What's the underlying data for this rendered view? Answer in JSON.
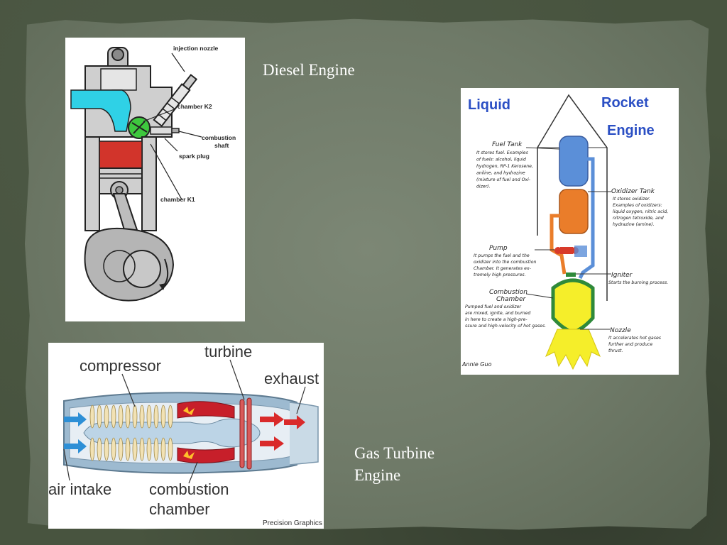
{
  "slide": {
    "diesel_caption": "Diesel Engine",
    "gas_turbine_caption_line1": "Gas Turbine",
    "gas_turbine_caption_line2": "Engine"
  },
  "diesel_diagram": {
    "labels": {
      "injection_nozzle": "injection nozzle",
      "chamber_k2": "chamber K2",
      "combustion_shaft_line1": "combustion",
      "combustion_shaft_line2": "shaft",
      "spark_plug": "spark plug",
      "chamber_k1": "chamber K1"
    }
  },
  "rocket_diagram": {
    "title_left": "Liquid",
    "title_right_1": "Rocket",
    "title_right_2": "Engine",
    "fuel_tank": {
      "label": "Fuel Tank",
      "desc": [
        "It stores fuel. Examples",
        "of fuels: alcohol, liquid",
        "hydrogen, RP-1 Kerosene,",
        "aniline, and hydrazine",
        "(mixture of fuel and Oxi-",
        "dizer)."
      ]
    },
    "oxidizer_tank": {
      "label": "Oxidizer Tank",
      "desc": [
        "It stores oxidizer.",
        "Examples of oxidizers:",
        "liquid oxygen, nitric acid,",
        "nitrogen tetroxide, and",
        "hydrazine (amine)."
      ]
    },
    "pump": {
      "label": "Pump",
      "desc": [
        "It pumps the fuel and the",
        "oxidizer into the combustion",
        "Chamber. It generates ex-",
        "tremely high pressures."
      ]
    },
    "igniter": {
      "label": "Igniter",
      "desc": [
        "Starts the burning process."
      ]
    },
    "combustion_chamber": {
      "label_line1": "Combustion",
      "label_line2": "Chamber",
      "desc": [
        "Pumped fuel and oxidizer",
        "are mixed, ignite, and burned",
        "in here to create a high-pre-",
        "ssure and high-velocity of hot gases."
      ]
    },
    "nozzle": {
      "label": "Nozzle",
      "desc": [
        "It accelerates hot gases",
        "further and    produce",
        "thrust."
      ]
    },
    "signature": "Annie Guo"
  },
  "turbine_diagram": {
    "labels": {
      "compressor": "compressor",
      "turbine": "turbine",
      "exhaust": "exhaust",
      "air_intake": "air intake",
      "combustion_line1": "combustion",
      "combustion_line2": "chamber",
      "credit": "Precision Graphics"
    }
  },
  "colors": {
    "paper": "#717c6a",
    "background": "#48543f",
    "diesel_cyan": "#2fd1e6",
    "diesel_red": "#d2342b",
    "diesel_green": "#3ec83e",
    "rocket_blue_tank": "#5b8fd8",
    "rocket_orange_tank": "#ea7d2a",
    "rocket_green": "#2f8a3a",
    "rocket_yellow": "#f5ee2a",
    "rocket_title": "#2b4fc4",
    "turbine_blue": "#2d8fd6",
    "turbine_red": "#d92a2a"
  }
}
